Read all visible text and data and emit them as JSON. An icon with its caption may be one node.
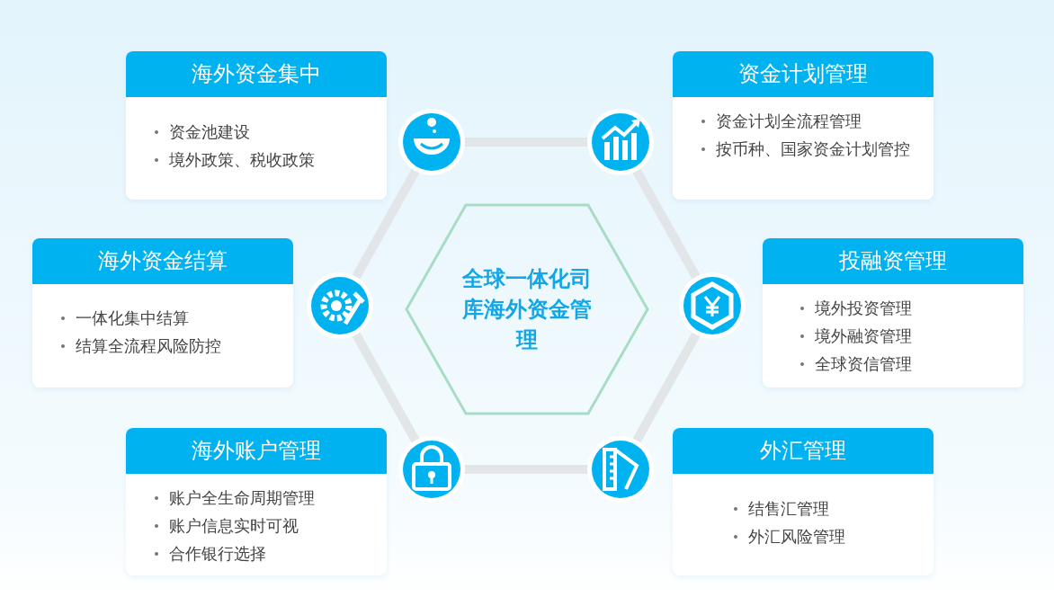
{
  "diagram": {
    "nodes": [
      {
        "text": [
          "海外资金集中",
          "资金池建设",
          "境外政策、税收政策"
        ]
      },
      {
        "text": [
          "资金计划管理",
          "资金计划全流程管理",
          "按币种、国家资金计划管控"
        ]
      },
      {
        "text": [
          "海外资金结算",
          "一体化集中结算",
          "结算全流程风险防控"
        ]
      },
      {
        "text": [
          "全球一体化司库海外资金管理"
        ]
      },
      {
        "text": [
          "投融资管理",
          "境外投资管理",
          "境外融资管理",
          "全球资信管理"
        ]
      },
      {
        "text": [
          "海外账户管理",
          "账户全生命周期管理",
          "账户信息实时可视",
          "合作银行选择"
        ]
      },
      {
        "text": [
          "外汇管理",
          "结售汇管理",
          "外汇风险管理"
        ]
      }
    ]
  }
}
